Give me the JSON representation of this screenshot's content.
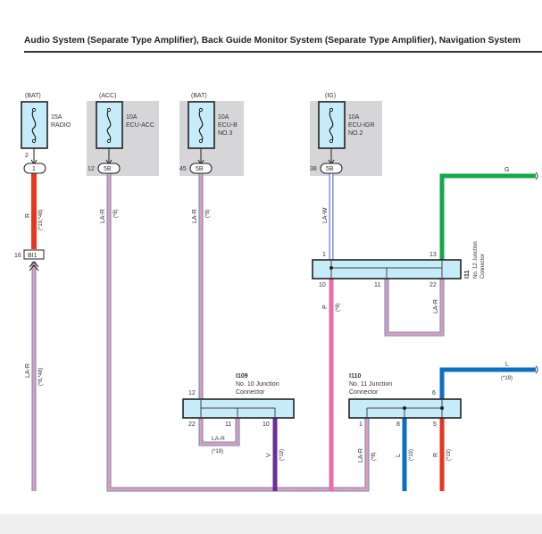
{
  "page": {
    "title": "Audio System (Separate Type Amplifier), Back Guide Monitor System (Separate Type Amplifier), Navigation System"
  },
  "fuses": [
    {
      "supply": "(BAT)",
      "rating": "15A",
      "name1": "RADIO",
      "name2": "",
      "pin": "2",
      "shaded": false
    },
    {
      "supply": "(ACC)",
      "rating": "10A",
      "name1": "ECU-ACC",
      "name2": "",
      "pin": "",
      "shaded": true
    },
    {
      "supply": "(BAT)",
      "rating": "10A",
      "name1": "ECU-B",
      "name2": "NO.3",
      "pin": "",
      "shaded": true
    },
    {
      "supply": "(IG)",
      "rating": "10A",
      "name1": "ECU-IGR",
      "name2": "NO.2",
      "pin": "",
      "shaded": true
    }
  ],
  "fuse_connectors": [
    {
      "pin": "",
      "label": "1"
    },
    {
      "pin": "12",
      "label": "5B"
    },
    {
      "pin": "45",
      "label": "5B"
    },
    {
      "pin": "38",
      "label": "5B"
    }
  ],
  "wire_labels": {
    "radio_color": "R",
    "radio_note": "(*19,*48)",
    "acc_color": "LA-R",
    "acc_note": "(*8)",
    "ecub_color": "LA-R",
    "ecub_note": "(*8)",
    "igr_color": "LA-W",
    "bi1_color": "LA-R",
    "bi1_note": "(*8,*48)",
    "p_color": "P",
    "p_note": "(*8)",
    "i11_out_color": "LA-R",
    "g_color": "G",
    "l_top_color": "L",
    "l_top_note": "(*19)",
    "i109_loop_color": "LA-R",
    "i109_loop_note": "(*19)",
    "v_color": "V",
    "v_note": "(*19)",
    "i110_lar_color": "LA-R",
    "i110_lar_note": "(*8)",
    "i110_l_color": "L",
    "i110_l_note": "(*19)",
    "i110_r_color": "R",
    "i110_r_note": "(*19)"
  },
  "bi1": {
    "pin": "16",
    "label": "BI1"
  },
  "junctions": {
    "i11": {
      "code": "I11",
      "name1": "No. 12 Junction",
      "name2": "Connector",
      "pins": {
        "in": "1",
        "g": "13",
        "p": "10",
        "mid": "11",
        "out": "22"
      }
    },
    "i109": {
      "code": "I109",
      "name1": "No. 10 Junction",
      "name2": "Connector",
      "pins": {
        "in": "12",
        "a": "22",
        "b": "11",
        "c": "10"
      }
    },
    "i110": {
      "code": "I110",
      "name1": "No. 11 Junction",
      "name2": "Connector",
      "pins": {
        "top": "6",
        "a": "1",
        "b": "8",
        "c": "5"
      }
    }
  },
  "colors": {
    "red": "#e8351f",
    "green": "#13a84a",
    "blue": "#0d6fc4",
    "pink": "#ef6aa9",
    "purple": "#6a2d9a",
    "lavender": "#6f7fd6",
    "connector_fill": "#c5ecf8",
    "shade": "#d6d6d8"
  }
}
